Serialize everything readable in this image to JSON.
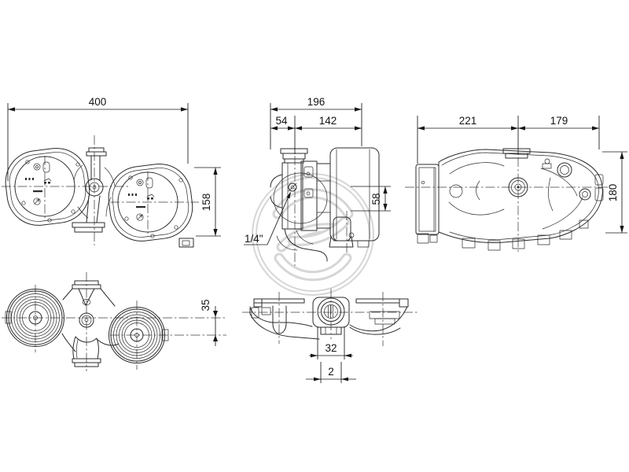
{
  "style": {
    "background": "#ffffff",
    "line_color": "#2b2b2b",
    "dimension_color": "#161616",
    "watermark_color": "#d6d6d6"
  },
  "dimensions": {
    "front_view": {
      "overall_width": "400",
      "height": "158"
    },
    "side_view": {
      "overall_depth": "196",
      "axis_to_front": "54",
      "axis_to_rear": "142",
      "port_offset": "58",
      "vent_plug": "1/4\""
    },
    "top_view": {
      "rear_length": "221",
      "front_length": "179",
      "overall_width": "180"
    },
    "bottom_front_view": {
      "head_center_offset": "35"
    },
    "bottom_side_view": {
      "nut_width": "32",
      "port_size": "2"
    }
  }
}
